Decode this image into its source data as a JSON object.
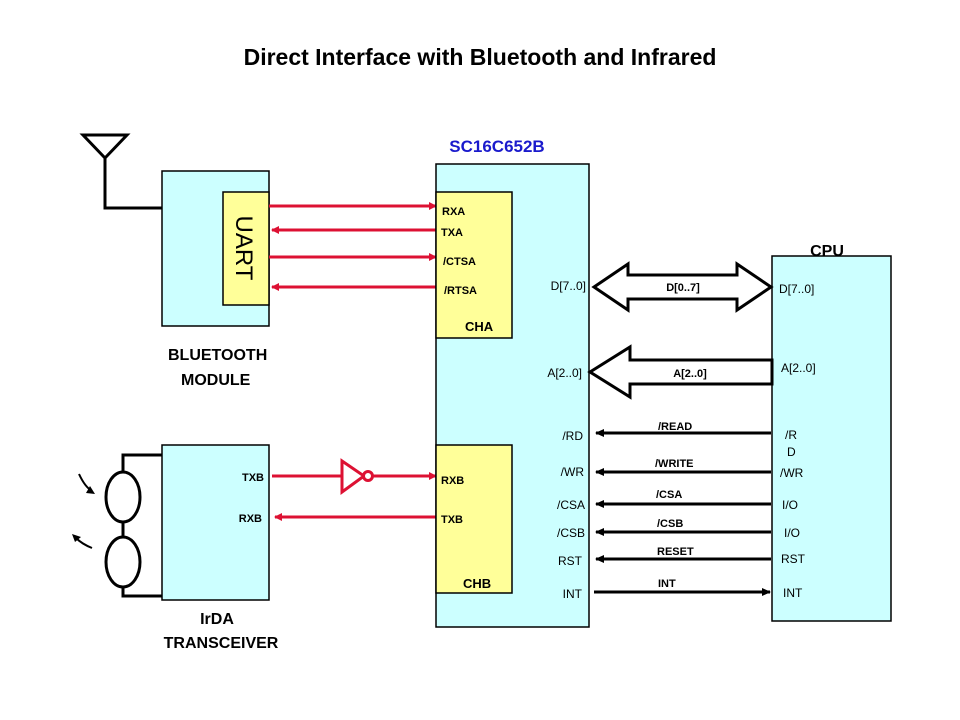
{
  "title": "Direct Interface with Bluetooth and Infrared",
  "colors": {
    "block_fill": "#ccffff",
    "channel_fill": "#ffff99",
    "serial_line": "#dd1133",
    "chip_title": "#1a1acc"
  },
  "bluetooth": {
    "label_line1": "BLUETOOTH",
    "label_line2": "MODULE",
    "uart_label": "UART",
    "antenna_icon": "antenna-icon"
  },
  "irda": {
    "label_line1": "IrDA",
    "label_line2": "TRANSCEIVER",
    "pins": [
      "TXB",
      "RXB"
    ],
    "led_icon": "led-icon"
  },
  "uart_chip": {
    "name": "SC16C652B",
    "channel_a": {
      "label": "CHA",
      "pins": [
        "RXA",
        "TXA",
        "/CTSA",
        "/RTSA"
      ]
    },
    "channel_b": {
      "label": "CHB",
      "pins": [
        "RXB",
        "TXB"
      ]
    },
    "bus_pins": {
      "data": "D[7..0]",
      "address": "A[2..0]"
    },
    "control_pins": [
      "/RD",
      "/WR",
      "/CSA",
      "/CSB",
      "RST",
      "INT"
    ]
  },
  "cpu": {
    "name": "CPU",
    "bus_pins": {
      "data": "D[7..0]",
      "address": "A[2..0]"
    },
    "control_pins_rd_line1": "/R",
    "control_pins_rd_line2": "D",
    "control_pins": [
      "/WR",
      "I/O",
      "I/O",
      "RST",
      "INT"
    ]
  },
  "buses": {
    "data": "D[0..7]",
    "address": "A[2..0]"
  },
  "signals": [
    "/READ",
    "/WRITE",
    "/CSA",
    "/CSB",
    "RESET",
    "INT"
  ]
}
